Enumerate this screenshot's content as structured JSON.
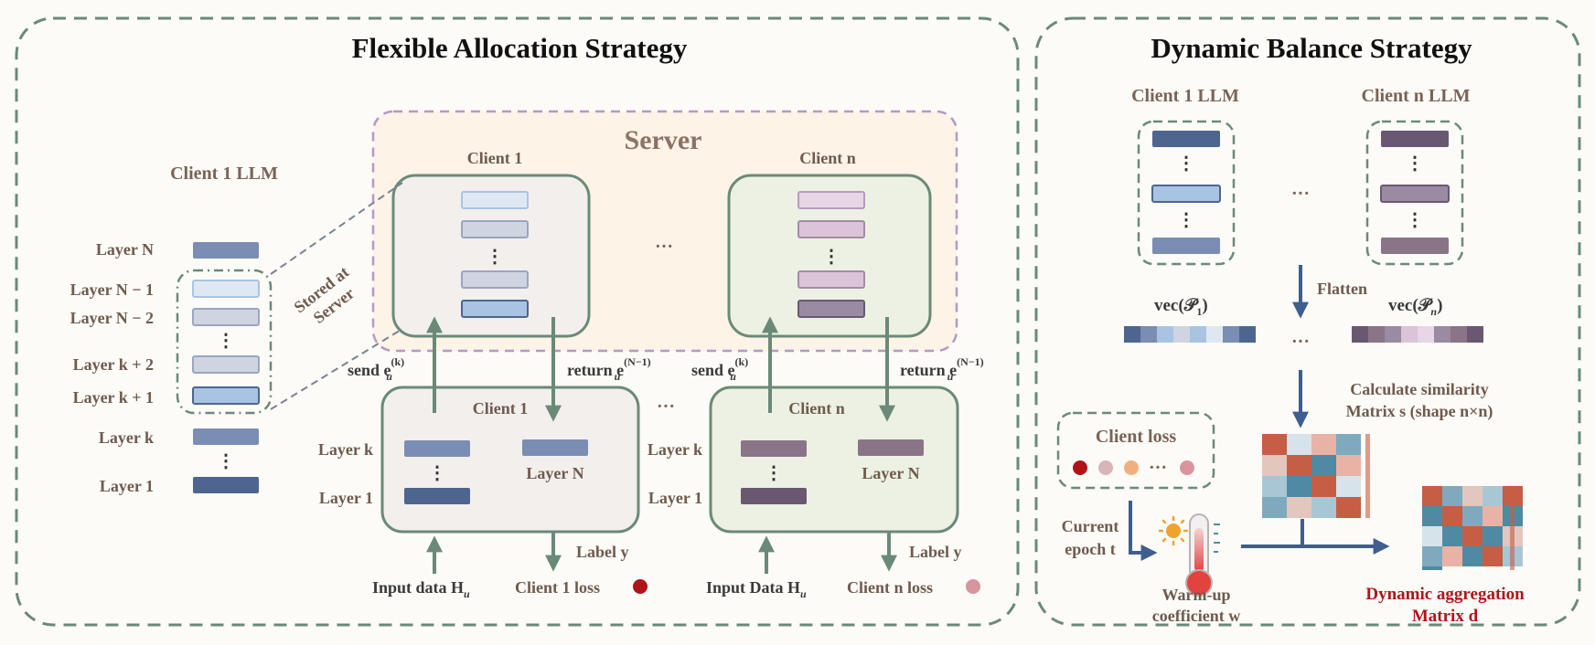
{
  "left_panel": {
    "title": "Flexible Allocation Strategy",
    "client_llm_title": "Client 1 LLM",
    "layers": [
      "Layer N",
      "Layer N − 1",
      "Layer N − 2",
      "Layer k + 2",
      "Layer k + 1",
      "Layer k",
      "Layer 1"
    ],
    "stored_at_server": [
      "Stored at",
      "Server"
    ],
    "server": {
      "title": "Server",
      "client_a": "Client 1",
      "client_b": "Client n",
      "ellipsis": "···"
    },
    "bottom": {
      "client_a": "Client 1",
      "client_b": "Client n",
      "ellipsis": "···",
      "layer_k": "Layer k",
      "layer_1": "Layer 1",
      "layer_n": "Layer N",
      "send": "send e",
      "send_sup": "(k)",
      "return": "return e",
      "return_sup": "(N−1)",
      "sub_u": "u",
      "label_y": "Label y",
      "input_a": "Input data H",
      "input_b": "Input Data H",
      "loss_a": "Client 1 loss",
      "loss_b": "Client n loss"
    }
  },
  "right_panel": {
    "title": "Dynamic Balance Strategy",
    "client1_llm": "Client 1 LLM",
    "clientn_llm": "Client n LLM",
    "ellipsis": "···",
    "flatten": "Flatten",
    "vec1": "vec(𝒫",
    "vec1_sub": "1",
    "vecn": "vec(𝒫",
    "vecn_sub": "n",
    "vec_close": ")",
    "calc_similarity": "Calculate similarity",
    "matrix_s": "Matrix s (shape n×n)",
    "client_loss": "Client loss",
    "current_epoch": [
      "Current",
      "epoch t"
    ],
    "warmup": [
      "Warm-up",
      "coefficient w"
    ],
    "dyn_agg": [
      "Dynamic aggregation",
      "Matrix d"
    ]
  },
  "colors": {
    "border_green": "#6a8a78",
    "arrow_green": "#6a8a78",
    "arrow_blue": "#3f5d8f",
    "server_fill": "#fdf3e6",
    "server_border": "#b49ac4",
    "left_client_fill": "#f3efed",
    "right_client_fill": "#edf1e3",
    "blue_dark": "#4e6590",
    "blue_mid": "#7a8db3",
    "blue_light": "#a9c4e2",
    "purple_dark": "#6a5872",
    "purple_mid": "#9a8aa2",
    "purple_light": "#dcc4d8",
    "dark_red": "#b0141b",
    "heat_red": "#c65d45",
    "heat_teal": "#4f8aa3"
  }
}
